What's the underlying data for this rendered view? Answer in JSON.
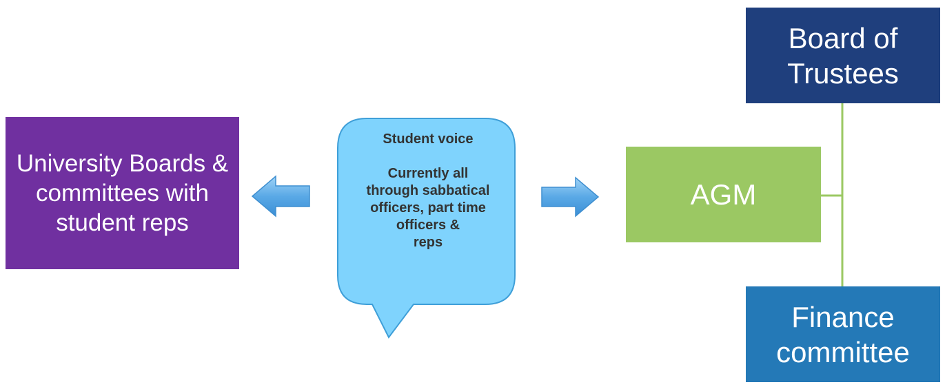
{
  "colors": {
    "purple": "#7030a0",
    "green": "#9bc863",
    "navy": "#1f3f7d",
    "blue": "#2479b7",
    "bubble": "#7fd3fd",
    "arrow": "#5aa9e6",
    "connector": "#9bc863"
  },
  "university": {
    "lines": [
      "University Boards &",
      "committees with",
      "student reps"
    ]
  },
  "agm": {
    "label": "AGM"
  },
  "board": {
    "lines": [
      "Board of",
      "Trustees"
    ]
  },
  "finance": {
    "lines": [
      "Finance",
      "committee"
    ]
  },
  "voice": {
    "title": "Student voice",
    "lines": [
      "Currently all",
      "through sabbatical",
      "officers, part time",
      "officers &",
      "reps"
    ]
  },
  "arrows": {
    "left": "arrow-left-icon",
    "right": "arrow-right-icon"
  }
}
